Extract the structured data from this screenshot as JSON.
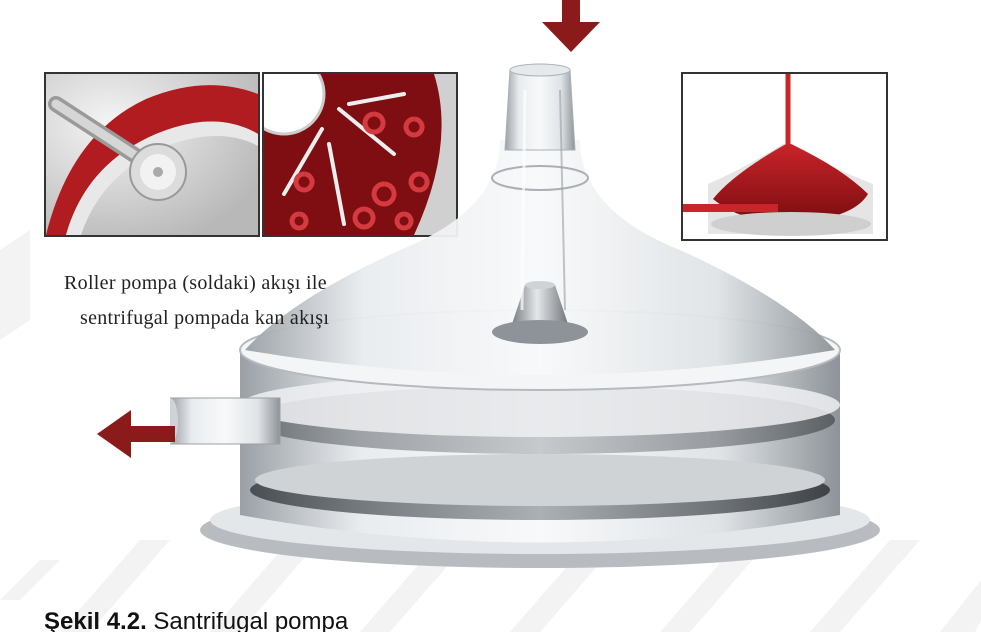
{
  "caption": {
    "line1": "Roller pompa (soldaki) akışı ile",
    "line2": "sentrifugal pompada kan akışı"
  },
  "figure": {
    "number": "Şekil 4.2.",
    "title": "Santrifugal pompa"
  },
  "colors": {
    "arrow": "#8b1a1a",
    "blood": "#a3151b",
    "watermark": "#f2f2f2"
  },
  "icons": [
    "inflow-arrow-icon",
    "outflow-arrow-icon"
  ]
}
